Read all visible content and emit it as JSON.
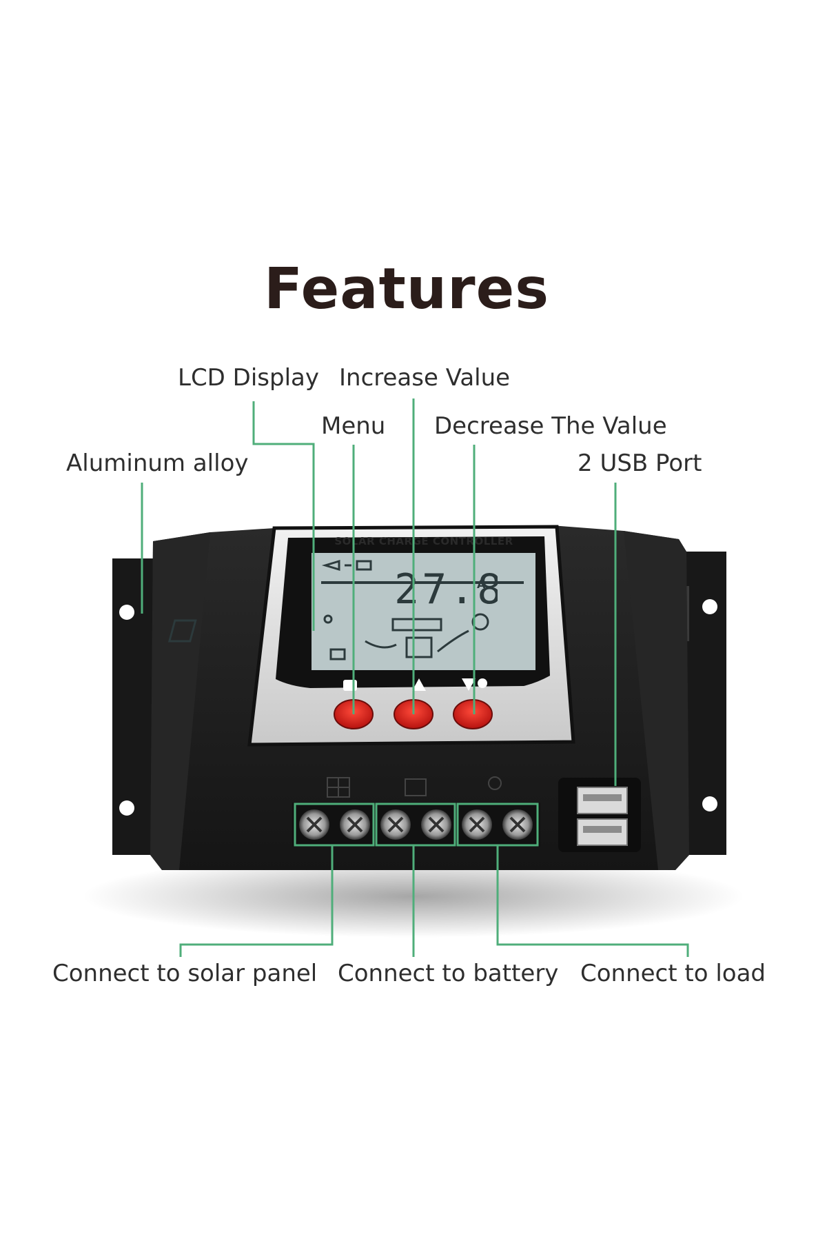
{
  "title": "Features",
  "device": {
    "header": "SOLAR CHARGE CONTROLLER",
    "reading_value": "27.8",
    "reading_unit": "A"
  },
  "labels": {
    "lcd_display": "LCD Display",
    "increase_value": "Increase Value",
    "menu": "Menu",
    "decrease_value": "Decrease The Value",
    "aluminum_alloy": "Aluminum alloy",
    "usb_port": "2 USB Port",
    "solar_panel": "Connect to solar panel",
    "battery": "Connect to battery",
    "load": "Connect to load"
  },
  "colors": {
    "callout_line": "#4fae7a",
    "button": "#d11e1e",
    "body": "#1c1c1c",
    "lcd_screen": "#b9c7c8"
  }
}
